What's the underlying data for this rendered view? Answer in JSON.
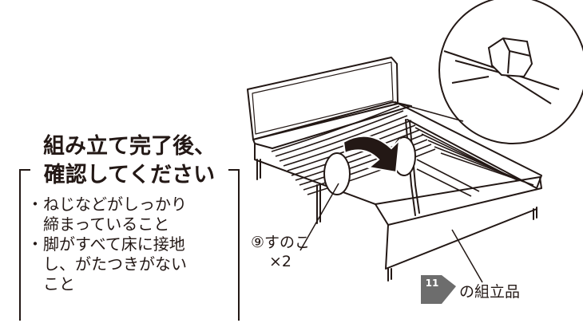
{
  "note": {
    "title_line1": "組み立て完了後、",
    "title_line2": "確認してください",
    "bullet": "・",
    "items": [
      [
        "ねじなどがしっかり",
        "締まっていること"
      ],
      [
        "脚がすべて床に接地",
        "し、がたつきがない",
        "こと"
      ]
    ]
  },
  "callout_slats": {
    "line1": "⑨すのこ",
    "line2": "×2"
  },
  "callout_assembly": {
    "step": "11",
    "label": "の組立品"
  },
  "colors": {
    "ink": "#231815",
    "badge": "#6d6d6d",
    "paper": "#ffffff"
  }
}
